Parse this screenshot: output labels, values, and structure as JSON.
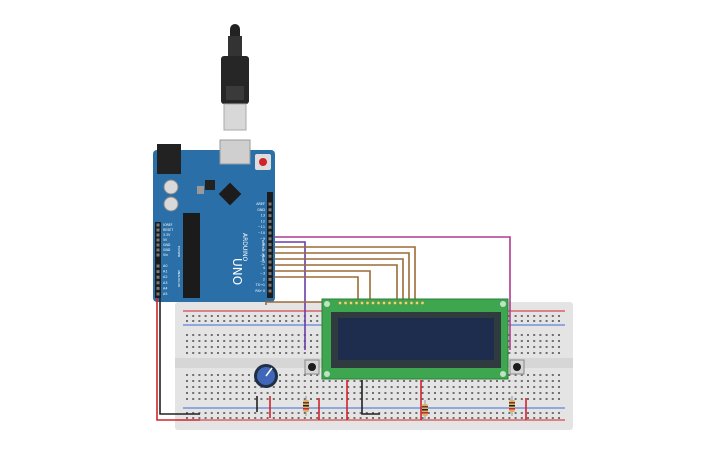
{
  "board": {
    "brand": "ARDUINO",
    "model": "UNO",
    "digital_header": [
      "AREF",
      "GND",
      "13",
      "12",
      "~11",
      "~10",
      "~9",
      "8",
      "7",
      "~6",
      "~5",
      "4",
      "~3",
      "2",
      "TX→1",
      "RX←0"
    ],
    "power_header": [
      "IOREF",
      "RESET",
      "3.3V",
      "5V",
      "GND",
      "GND",
      "Vin"
    ],
    "analog_header": [
      "A0",
      "A1",
      "A2",
      "A3",
      "A4",
      "A5"
    ],
    "labels": {
      "power": "POWER",
      "analog": "ANALOG IN",
      "digital": "DIGITAL (PWM~)"
    }
  },
  "lcd": {
    "size": "16x2"
  },
  "colors": {
    "board": "#2a6fa8",
    "breadboard": "#e4e4e4",
    "lcd_pcb": "#3ea64e",
    "lcd_screen": "#1e2d4e",
    "wire_signal": "#9b6a36",
    "wire_pink": "#b13a8f",
    "wire_purple": "#6b3da6",
    "wire_red": "#d0232b",
    "wire_black": "#222222",
    "usb": "#222222"
  },
  "icons": [
    "usb-plug-icon",
    "potentiometer-icon",
    "pushbutton-icon",
    "resistor-icon"
  ]
}
